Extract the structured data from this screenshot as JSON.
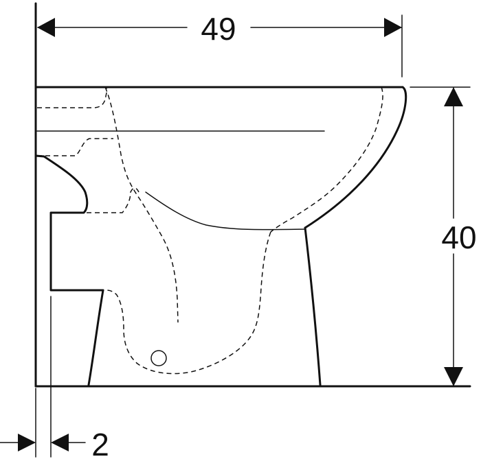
{
  "dimensions": {
    "depth": "49",
    "height": "40",
    "wall_gap": "2"
  },
  "colors": {
    "line": "#111111",
    "background": "#ffffff"
  }
}
